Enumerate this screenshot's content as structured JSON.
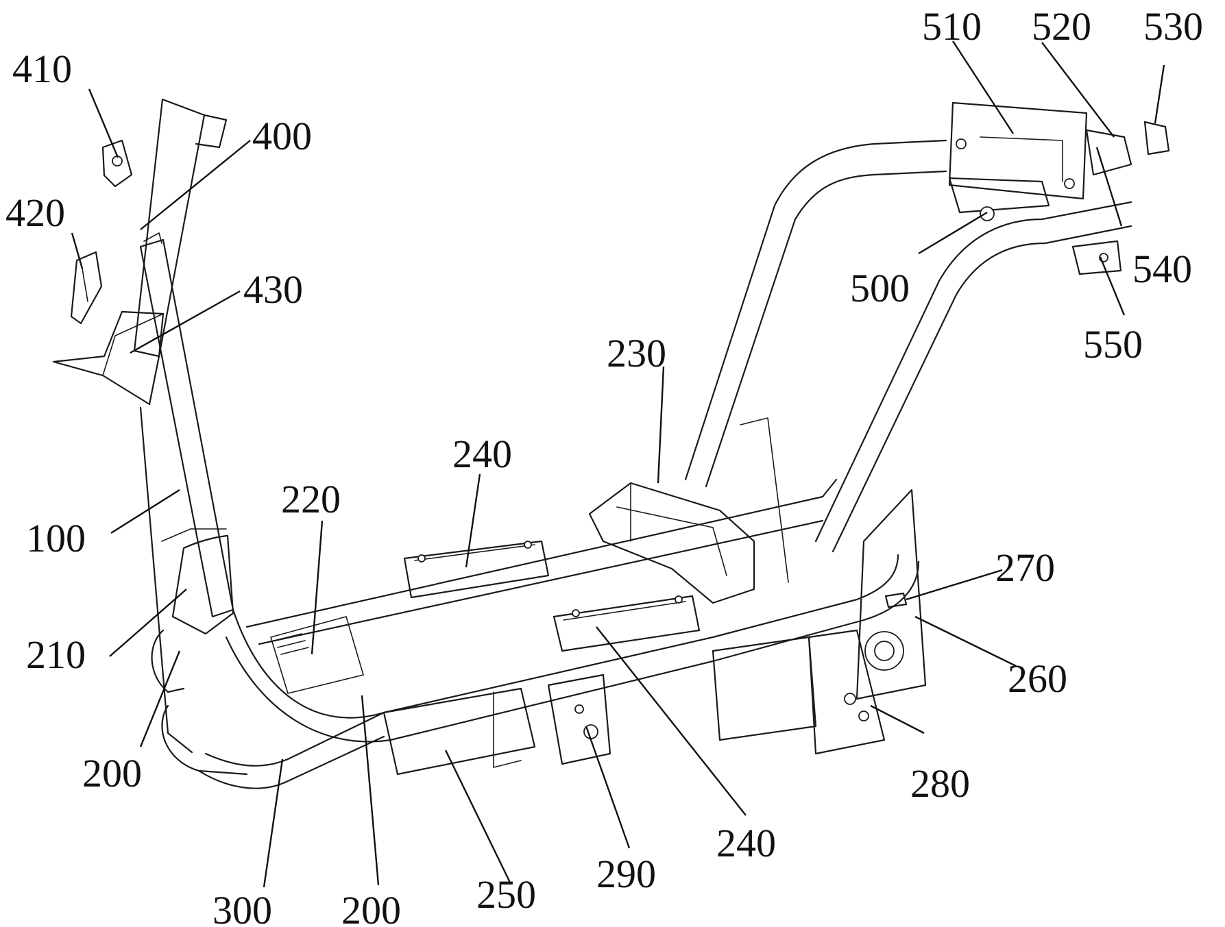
{
  "figure": {
    "labels": {
      "l410": "410",
      "l420": "420",
      "l400": "400",
      "l430": "430",
      "l100": "100",
      "l210": "210",
      "l200a": "200",
      "l300": "300",
      "l200b": "200",
      "l250": "250",
      "l290": "290",
      "l240a": "240",
      "l220": "220",
      "l240b": "240",
      "l230": "230",
      "l510": "510",
      "l520": "520",
      "l530": "530",
      "l500": "500",
      "l540": "540",
      "l550": "550",
      "l270": "270",
      "l260": "260",
      "l280": "280"
    },
    "stroke_color": "#1a1a1a",
    "background_color": "#ffffff"
  }
}
